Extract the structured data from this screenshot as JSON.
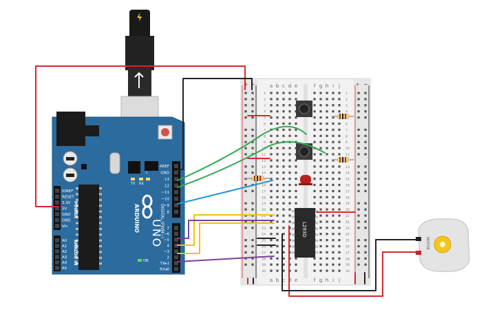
{
  "arduino": {
    "brand": "ARDUINO",
    "model": "UNO",
    "power_header": "POWER",
    "analog_header": "ANALOG IN",
    "digital_header": "DIGITAL (PWM~)",
    "left_pins": [
      "IOREF",
      "RESET",
      "3.3V",
      "5V",
      "GND",
      "GND",
      "Vin"
    ],
    "analog_pins": [
      "A0",
      "A1",
      "A2",
      "A3",
      "A4",
      "A5"
    ],
    "top_pins": [
      "AREF",
      "GND",
      "13",
      "12",
      "~11",
      "~10",
      "~9",
      "8"
    ],
    "bottom_pins": [
      "7",
      "~6",
      "~5",
      "4",
      "~3",
      "2",
      "TX▸1",
      "RX◂0"
    ],
    "led_labels": [
      "L",
      "TX",
      "RX",
      "ON"
    ]
  },
  "breadboard": {
    "columns_left": [
      "a",
      "b",
      "c",
      "d",
      "e"
    ],
    "columns_right": [
      "f",
      "g",
      "h",
      "i",
      "j"
    ],
    "row_numbers": [
      "1",
      "2",
      "3",
      "4",
      "5",
      "6",
      "7",
      "8",
      "9",
      "10",
      "11",
      "12",
      "13",
      "14",
      "15",
      "16",
      "17",
      "18",
      "19",
      "20",
      "21",
      "22",
      "23",
      "24",
      "25",
      "26",
      "27",
      "28",
      "29",
      "30"
    ],
    "rail_plus": "+",
    "rail_minus": "−"
  },
  "ic": {
    "label": "L293D"
  },
  "motor": {
    "label": "MOTOR"
  },
  "colors": {
    "board_blue": "#2b6b9e",
    "wire_red": "#d42a2a",
    "wire_black": "#222222",
    "wire_green": "#34a853",
    "wire_blue": "#2196d6",
    "wire_yellow": "#f2c200",
    "wire_purple": "#7b3fa0"
  }
}
